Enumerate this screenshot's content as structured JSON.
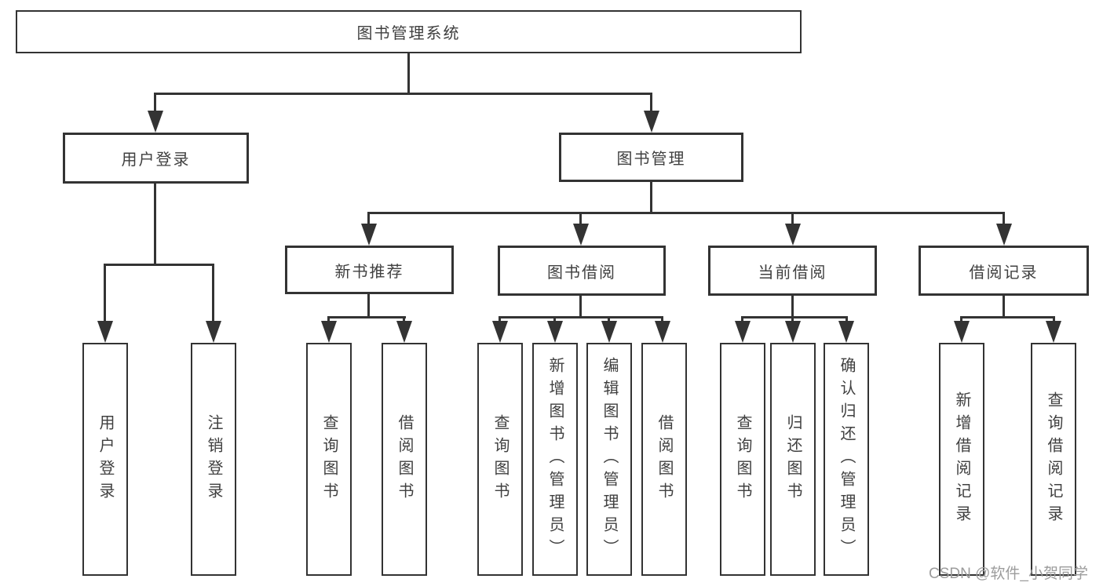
{
  "diagram": {
    "root": {
      "label": "图书管理系统"
    },
    "level2": [
      {
        "label": "用户登录"
      },
      {
        "label": "图书管理"
      }
    ],
    "level3": [
      {
        "label": "新书推荐"
      },
      {
        "label": "图书借阅"
      },
      {
        "label": "当前借阅"
      },
      {
        "label": "借阅记录"
      }
    ],
    "leaves": {
      "user_login": [
        "用户登录",
        "注销登录"
      ],
      "new_book": [
        "查询图书",
        "借阅图书"
      ],
      "book_borrow": [
        "查询图书",
        "新增图书（管理员）",
        "编辑图书（管理员）",
        "借阅图书"
      ],
      "current_borrow": [
        "查询图书",
        "归还图书",
        "确认归还（管理员）"
      ],
      "borrow_records": [
        "新增借阅记录",
        "查询借阅记录"
      ]
    }
  },
  "watermark": {
    "text": "CSDN @软件_小贺同学"
  },
  "colors": {
    "line": "#333333",
    "box_border": "#333333",
    "box_background": "#ffffff",
    "text": "#404040",
    "watermark": "#9c9c9c",
    "page_background": "#ffffff"
  }
}
